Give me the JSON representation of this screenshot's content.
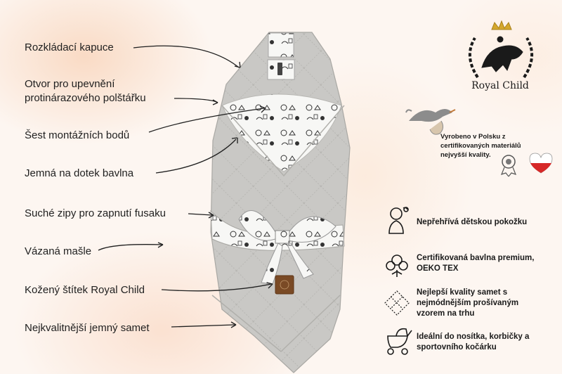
{
  "labels": [
    "Rozkládací kapuce",
    "Otvor pro upevnění",
    "protinárazového polštářku",
    "Šest montážních bodů",
    "Jemná na dotek bavlna",
    "Suché zipy pro zapnutí fusaku",
    "Vázaná mašle",
    "Kožený štítek Royal Child",
    "Nejkvalitnější jemný samet"
  ],
  "logo": {
    "name": "Royal Child",
    "icon": "crown-horse-laurel-logo"
  },
  "made_in": {
    "line1": "Vyrobeno v Polsku z",
    "line2": "certifikovaných materiálů",
    "line3": "nejvyšší kvality.",
    "icons": [
      "stork-icon",
      "medal-icon",
      "poland-heart-icon"
    ]
  },
  "features": [
    {
      "icon": "baby-icon",
      "lines": [
        "Nepřehřívá dětskou pokožku"
      ]
    },
    {
      "icon": "cotton-icon",
      "lines": [
        "Certifikovaná bavlna premium,",
        "OEKO TEX"
      ]
    },
    {
      "icon": "quilted-velvet-icon",
      "lines": [
        "Nejlepší kvality samet s",
        "nejmódnějším prošívaným",
        "vzorem na trhu"
      ]
    },
    {
      "icon": "stroller-icon",
      "lines": [
        "Ideální do nosítka, korbičky a",
        "sportovního kočárku"
      ]
    }
  ],
  "colors": {
    "velvet": "#c9c8c5",
    "velvet_dark": "#a9a8a4",
    "leather": "#7a4a25",
    "text": "#1f1f1f"
  }
}
